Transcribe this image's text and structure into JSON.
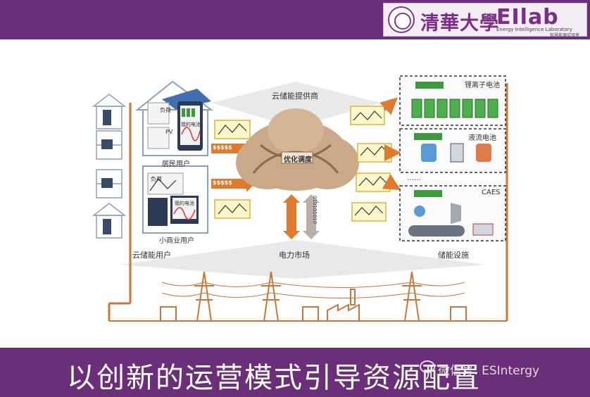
{
  "header": {
    "university_name": "清華大學",
    "lab_logo": "EIlab",
    "lab_name_en": "Energy Intelligence Laboratory",
    "lab_name_cn": "智慧能源实验室",
    "bar_color": "#6b2f7a"
  },
  "diagram": {
    "cloud_provider_label": "云储能提供商",
    "optimization_label": "优化调度",
    "users_label": "云储能用户",
    "market_label": "电力市场",
    "facilities_label": "储能设施",
    "residential_label": "居民用户",
    "commercial_label": "小商业用户",
    "load_label_1": "负荷",
    "pv_label": "PV",
    "my_battery_label_1": "我的电池",
    "load_label_2": "负荷",
    "my_battery_label_2": "我的电池",
    "money_symbols": "$$$$$",
    "data_bits": "010101010",
    "lithium_label": "锂离子电池",
    "flow_label": "液流电池",
    "caes_label": "CAES",
    "ellipsis": "……",
    "line_color": "#c8763a",
    "arrow_color": "#e07a2e"
  },
  "footer": {
    "slogan": "以创新的运营模式引导资源配置",
    "watermark": "微信号: ESIntergy"
  }
}
